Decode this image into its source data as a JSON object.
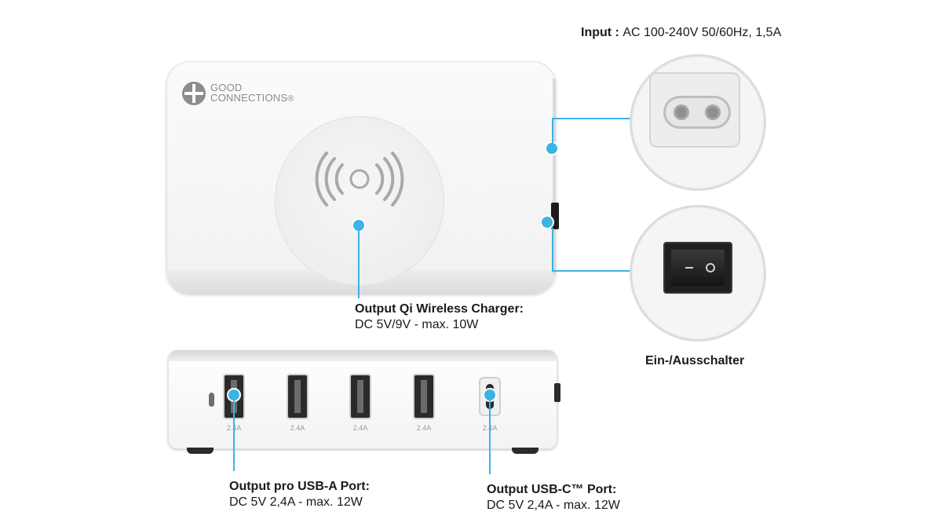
{
  "brand": {
    "line1": "Good",
    "line2": "Connections",
    "mark": "®"
  },
  "input_spec": {
    "label": "Input :",
    "value": "AC 100-240V 50/60Hz, 1,5A"
  },
  "qi_spec": {
    "label": "Output Qi Wireless Charger:",
    "value": "DC 5V/9V - max. 10W"
  },
  "switch_spec": {
    "label": "Ein-/Ausschalter"
  },
  "usb_a_spec": {
    "label": "Output pro USB-A Port:",
    "value": "DC 5V 2,4A - max. 12W"
  },
  "usb_c_spec": {
    "label": "Output USB-C™ Port:",
    "value": "DC 5V 2,4A - max. 12W"
  },
  "ports": [
    {
      "type": "USB-A",
      "rating": "2.4A"
    },
    {
      "type": "USB-A",
      "rating": "2.4A"
    },
    {
      "type": "USB-A",
      "rating": "2.4A"
    },
    {
      "type": "USB-A",
      "rating": "2.4A"
    },
    {
      "type": "USB-C",
      "rating": "2.4A"
    }
  ],
  "icons": {
    "qi": "wireless-charging-icon",
    "logo": "union-jack-badge-icon",
    "inlet": "iec-c8-inlet-icon",
    "switch": "rocker-switch-icon"
  },
  "colors": {
    "accent": "#3bb3e4",
    "device": "#f4f4f4",
    "text": "#1a1a1a"
  }
}
